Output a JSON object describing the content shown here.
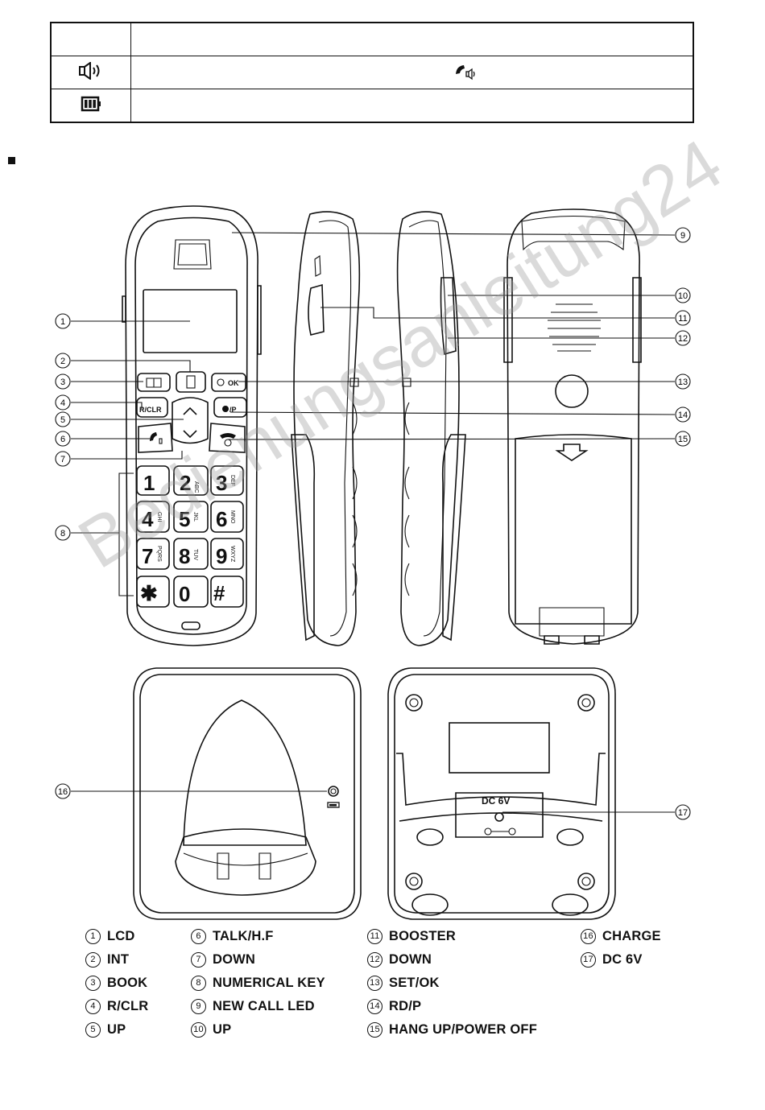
{
  "callouts": [
    "1",
    "2",
    "3",
    "4",
    "5",
    "6",
    "7",
    "8",
    "9",
    "10",
    "11",
    "12",
    "13",
    "14",
    "15",
    "16",
    "17"
  ],
  "keys": {
    "k1": {
      "digit": "1",
      "letters": ""
    },
    "k2": {
      "digit": "2",
      "letters": "ABC"
    },
    "k3": {
      "digit": "3",
      "letters": "DEF"
    },
    "k4": {
      "digit": "4",
      "letters": "GHI"
    },
    "k5": {
      "digit": "5",
      "letters": "JKL"
    },
    "k6": {
      "digit": "6",
      "letters": "MNO"
    },
    "k7": {
      "digit": "7",
      "letters": "PQRS"
    },
    "k8": {
      "digit": "8",
      "letters": "TUV"
    },
    "k9": {
      "digit": "9",
      "letters": "WXYZ"
    },
    "kstar": {
      "digit": "✱",
      "letters": ""
    },
    "k0": {
      "digit": "0",
      "letters": ""
    },
    "khash": {
      "digit": "#",
      "letters": ""
    }
  },
  "buttons": {
    "rclr": "R/CLR",
    "ok": "OK",
    "rdp": "/P"
  },
  "base_label": "DC 6V",
  "watermark": "Bedienungsanleitung24",
  "legend": [
    {
      "num": "1",
      "label": "LCD"
    },
    {
      "num": "2",
      "label": "INT"
    },
    {
      "num": "3",
      "label": "BOOK"
    },
    {
      "num": "4",
      "label": "R/CLR"
    },
    {
      "num": "5",
      "label": "UP"
    },
    {
      "num": "6",
      "label": "TALK/H.F"
    },
    {
      "num": "7",
      "label": "DOWN"
    },
    {
      "num": "8",
      "label": "NUMERICAL KEY"
    },
    {
      "num": "9",
      "label": "NEW CALL LED"
    },
    {
      "num": "10",
      "label": "UP"
    },
    {
      "num": "11",
      "label": "BOOSTER"
    },
    {
      "num": "12",
      "label": "DOWN"
    },
    {
      "num": "13",
      "label": "SET/OK"
    },
    {
      "num": "14",
      "label": "RD/P"
    },
    {
      "num": "15",
      "label": "HANG UP/POWER OFF"
    },
    {
      "num": "16",
      "label": "CHARGE"
    },
    {
      "num": "17",
      "label": "DC 6V"
    }
  ],
  "icons": [
    "speaker-icon",
    "talk-handsfree-icon",
    "battery-icon",
    "bullet-icon"
  ]
}
